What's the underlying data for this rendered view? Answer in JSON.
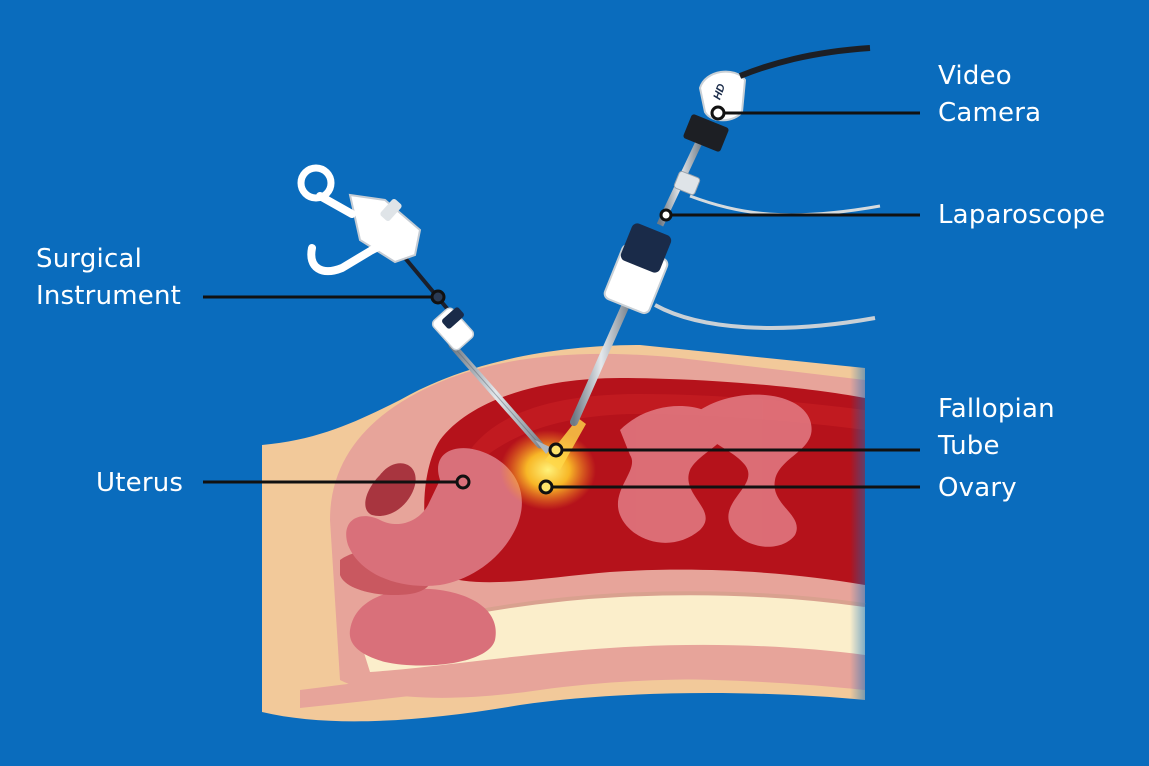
{
  "labels": {
    "video_camera": [
      "Video",
      "Camera"
    ],
    "laparoscope": "Laparoscope",
    "surgical_instrument": [
      "Surgical",
      "Instrument"
    ],
    "uterus": "Uterus",
    "fallopian_tube": [
      "Fallopian",
      "Tube"
    ],
    "ovary": "Ovary",
    "camera_badge": "HD"
  },
  "colors": {
    "background": "#0a6cbd",
    "skin": "#f2c99a",
    "tissue": "#e7a49a",
    "cavity": "#b5121b",
    "organ": "#d9707a",
    "bone": "#fbeecb",
    "glow": "#ffc928",
    "leader_line": "#111111",
    "label_text": "#ffffff"
  }
}
